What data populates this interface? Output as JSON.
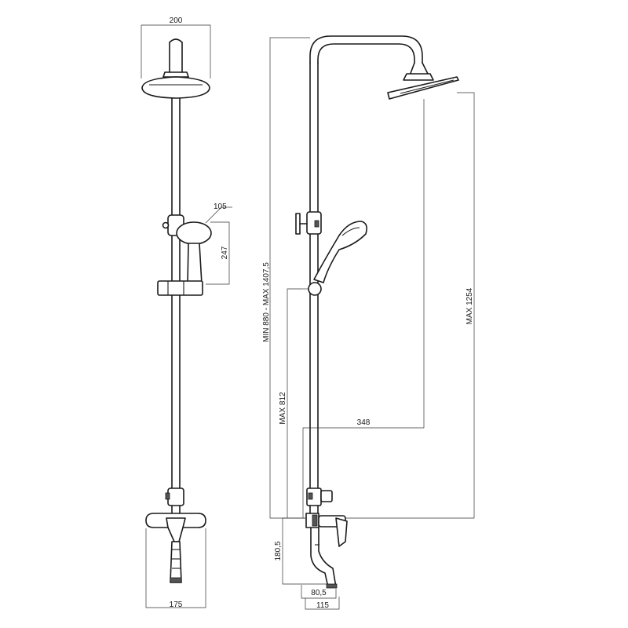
{
  "dimensions": {
    "head_width": "200",
    "hand_shower_width": "105",
    "hand_shower_length": "247",
    "mixer_width": "175",
    "rail_range": "MIN 880 - MAX 1407,5",
    "head_height": "MAX 1254",
    "holder_height": "MAX 812",
    "arm_reach": "348",
    "spout_height": "180,5",
    "spout_reach": "80,5",
    "spout_total": "115"
  },
  "colors": {
    "line": "#1a1a1a",
    "accent": "#555555"
  }
}
